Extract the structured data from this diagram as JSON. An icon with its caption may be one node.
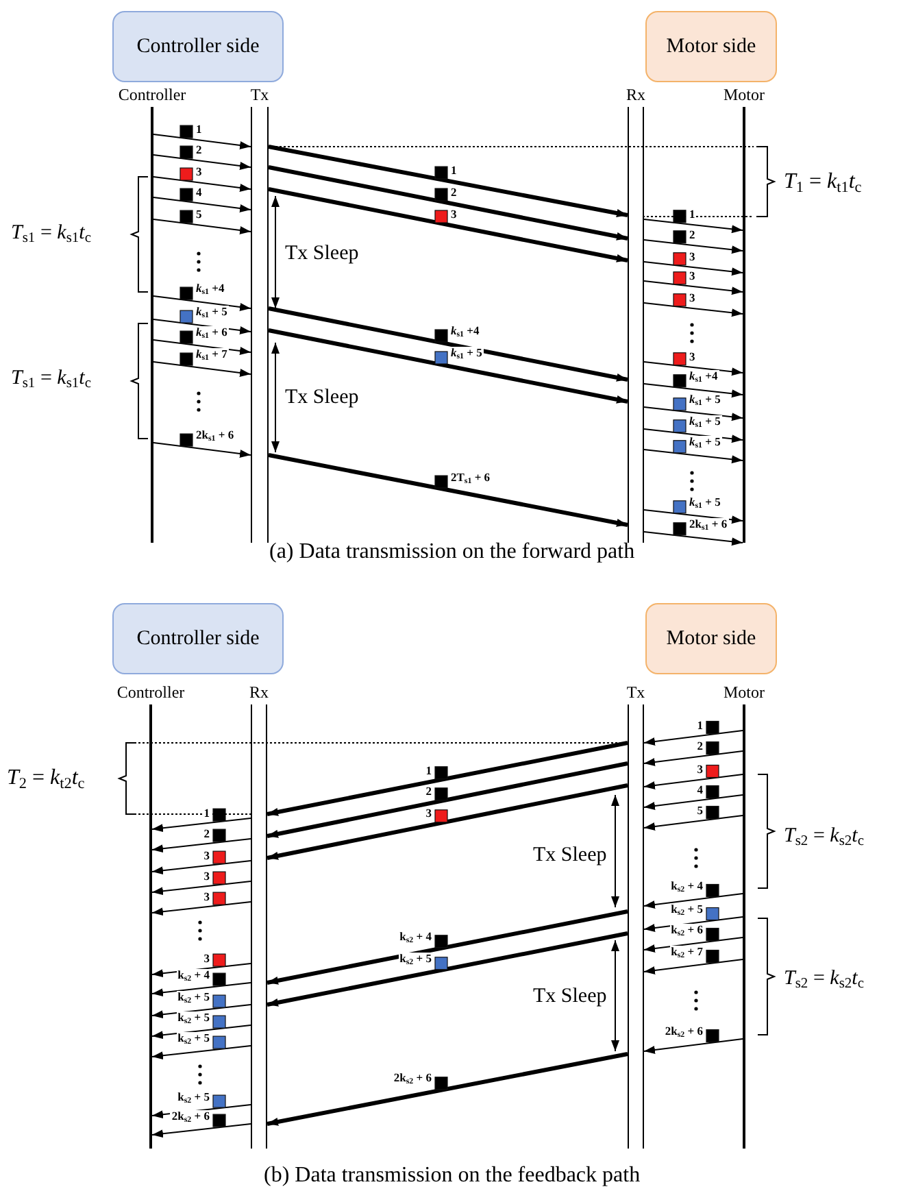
{
  "diagram": {
    "nodes": [
      {
        "text": [
          "Controller side"
        ]
      },
      {
        "text": [
          "Motor side"
        ]
      },
      {
        "text": [
          "Controller"
        ]
      },
      {
        "text": [
          "Tx"
        ]
      },
      {
        "text": [
          "Rx"
        ]
      },
      {
        "text": [
          "Motor"
        ]
      },
      {
        "text": [
          "Controller side"
        ]
      },
      {
        "text": [
          "Motor side"
        ]
      },
      {
        "text": [
          "Controller"
        ]
      },
      {
        "text": [
          "Rx"
        ]
      },
      {
        "text": [
          "Tx"
        ]
      },
      {
        "text": [
          "Motor"
        ]
      }
    ],
    "edges": [
      {
        "from": 2,
        "to": 3,
        "arrow": "to",
        "label": "1"
      },
      {
        "from": 2,
        "to": 3,
        "arrow": "to",
        "label": "2"
      },
      {
        "from": 2,
        "to": 3,
        "arrow": "to",
        "label": "3"
      },
      {
        "from": 2,
        "to": 3,
        "arrow": "to",
        "label": "4"
      },
      {
        "from": 2,
        "to": 3,
        "arrow": "to",
        "label": "5"
      },
      {
        "from": 2,
        "to": 3,
        "arrow": "to",
        "label": "*k*$_{s1}$ +4"
      },
      {
        "from": 2,
        "to": 3,
        "arrow": "to",
        "label": "*k*$_{s1}$ + 5"
      },
      {
        "from": 2,
        "to": 3,
        "arrow": "to",
        "label": "*k*$_{s1}$ + 6"
      },
      {
        "from": 2,
        "to": 3,
        "arrow": "to",
        "label": "*k*$_{s1}$ + 7"
      },
      {
        "from": 2,
        "to": 3,
        "arrow": "to",
        "label": "2k$_{s1}$ + 6"
      },
      {
        "from": 3,
        "to": 4,
        "arrow": "to",
        "label": "1",
        "style": "thick"
      },
      {
        "from": 3,
        "to": 4,
        "arrow": "to",
        "label": "2",
        "style": "thick"
      },
      {
        "from": 3,
        "to": 4,
        "arrow": "to",
        "label": "3",
        "style": "thick"
      },
      {
        "from": 3,
        "to": 4,
        "arrow": "to",
        "label": "*k*$_{s1}$ +4",
        "style": "thick"
      },
      {
        "from": 3,
        "to": 4,
        "arrow": "to",
        "label": "*k*$_{s1}$ + 5",
        "style": "thick"
      },
      {
        "from": 3,
        "to": 4,
        "arrow": "to",
        "label": "2T$_{s1}$ + 6",
        "style": "thick"
      },
      {
        "from": 4,
        "to": 5,
        "arrow": "to",
        "label": "1"
      },
      {
        "from": 4,
        "to": 5,
        "arrow": "to",
        "label": "2"
      },
      {
        "from": 4,
        "to": 5,
        "arrow": "to",
        "label": "3"
      },
      {
        "from": 4,
        "to": 5,
        "arrow": "to",
        "label": "3"
      },
      {
        "from": 4,
        "to": 5,
        "arrow": "to",
        "label": "3"
      },
      {
        "from": 4,
        "to": 5,
        "arrow": "to",
        "label": "3"
      },
      {
        "from": 4,
        "to": 5,
        "arrow": "to",
        "label": "*k*$_{s1}$ +4"
      },
      {
        "from": 4,
        "to": 5,
        "arrow": "to",
        "label": "*k*$_{s1}$ + 5"
      },
      {
        "from": 4,
        "to": 5,
        "arrow": "to",
        "label": "*k*$_{s1}$ + 5"
      },
      {
        "from": 4,
        "to": 5,
        "arrow": "to",
        "label": "*k*$_{s1}$ + 5"
      },
      {
        "from": 4,
        "to": 5,
        "arrow": "to",
        "label": "*k*$_{s1}$ + 5"
      },
      {
        "from": 4,
        "to": 5,
        "arrow": "to",
        "label": "2k$_{s1}$ + 6"
      },
      {
        "from": 11,
        "to": 10,
        "arrow": "to",
        "label": "1"
      },
      {
        "from": 11,
        "to": 10,
        "arrow": "to",
        "label": "2"
      },
      {
        "from": 11,
        "to": 10,
        "arrow": "to",
        "label": "3"
      },
      {
        "from": 11,
        "to": 10,
        "arrow": "to",
        "label": "4"
      },
      {
        "from": 11,
        "to": 10,
        "arrow": "to",
        "label": "5"
      },
      {
        "from": 11,
        "to": 10,
        "arrow": "to",
        "label": "k$_{s2}$ + 4"
      },
      {
        "from": 11,
        "to": 10,
        "arrow": "to",
        "label": "k$_{s2}$ + 5"
      },
      {
        "from": 11,
        "to": 10,
        "arrow": "to",
        "label": "k$_{s2}$ + 6"
      },
      {
        "from": 11,
        "to": 10,
        "arrow": "to",
        "label": "k$_{s2}$ + 7"
      },
      {
        "from": 11,
        "to": 10,
        "arrow": "to",
        "label": "2k$_{s2}$ + 6"
      },
      {
        "from": 10,
        "to": 9,
        "arrow": "to",
        "label": "1",
        "style": "thick"
      },
      {
        "from": 10,
        "to": 9,
        "arrow": "to",
        "label": "2",
        "style": "thick"
      },
      {
        "from": 10,
        "to": 9,
        "arrow": "to",
        "label": "3",
        "style": "thick"
      },
      {
        "from": 10,
        "to": 9,
        "arrow": "to",
        "label": "k$_{s2}$ + 4",
        "style": "thick"
      },
      {
        "from": 10,
        "to": 9,
        "arrow": "to",
        "label": "k$_{s2}$ + 5",
        "style": "thick"
      },
      {
        "from": 10,
        "to": 9,
        "arrow": "to",
        "label": "2k$_{s2}$ + 6",
        "style": "thick"
      },
      {
        "from": 9,
        "to": 8,
        "arrow": "to",
        "label": "1"
      },
      {
        "from": 9,
        "to": 8,
        "arrow": "to",
        "label": "2"
      },
      {
        "from": 9,
        "to": 8,
        "arrow": "to",
        "label": "3"
      },
      {
        "from": 9,
        "to": 8,
        "arrow": "to",
        "label": "3"
      },
      {
        "from": 9,
        "to": 8,
        "arrow": "to",
        "label": "3"
      },
      {
        "from": 9,
        "to": 8,
        "arrow": "to",
        "label": "3"
      },
      {
        "from": 9,
        "to": 8,
        "arrow": "to",
        "label": "k$_{s2}$ + 4"
      },
      {
        "from": 9,
        "to": 8,
        "arrow": "to",
        "label": "k$_{s2}$ + 5"
      },
      {
        "from": 9,
        "to": 8,
        "arrow": "to",
        "label": "k$_{s2}$ + 5"
      },
      {
        "from": 9,
        "to": 8,
        "arrow": "to",
        "label": "k$_{s2}$ + 5"
      },
      {
        "from": 9,
        "to": 8,
        "arrow": "to",
        "label": "k$_{s2}$ + 5"
      },
      {
        "from": 9,
        "to": 8,
        "arrow": "to",
        "label": "2k$_{s2}$ + 6"
      }
    ],
    "labels": [
      "*T*$_{1}$ = *k*$_{t1}$*t*$_{c}$",
      "*T*$_{s1}$ = *k*$_{s1}$*t*$_{c}$",
      "Tx Sleep",
      "Tx Sleep",
      "*T*$_{s1}$ = *k*$_{s1}$*t*$_{c}$",
      "(a) Data transmission on the forward path",
      "*T*$_{2}$ = *k*$_{t2}$*t*$_{c}$",
      "Tx Sleep",
      "*T*$_{s2}$ = *k*$_{s2}$*t*$_{c}$",
      "Tx Sleep",
      "*T*$_{s2}$ = *k*$_{s2}$*t*$_{c}$",
      "(b) Data transmission on the feedback path"
    ]
  }
}
